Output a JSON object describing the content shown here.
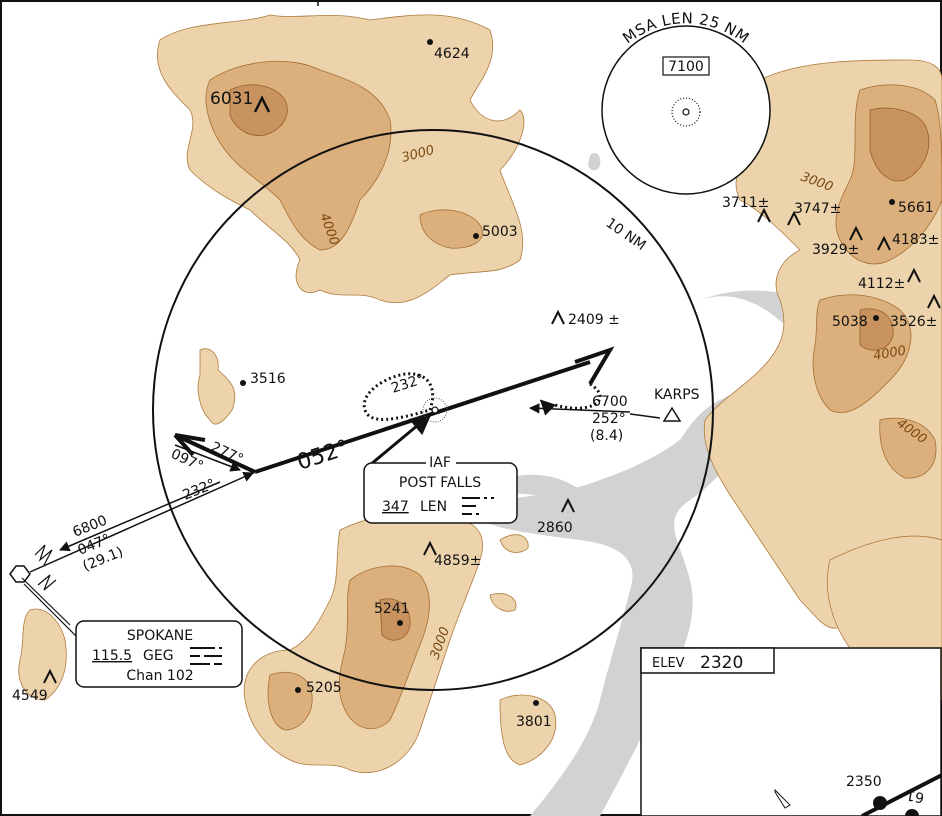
{
  "msa": {
    "label": "MSA LEN 25 NM",
    "altitude": "7100"
  },
  "ring": {
    "label": "10 NM"
  },
  "iaf": {
    "tag": "IAF",
    "name": "POST FALLS",
    "freq": "347",
    "ident": "LEN"
  },
  "vor": {
    "name": "SPOKANE",
    "freq": "115.5",
    "ident": "GEG",
    "chan": "Chan 102"
  },
  "fix": {
    "name": "KARPS",
    "altitude": "6700",
    "course": "252°",
    "distance": "(8.4)"
  },
  "approach": {
    "inbound": "052°",
    "holding": "232°",
    "outbound": "232°",
    "procedure_out": "277°",
    "procedure_in": "097°"
  },
  "route": {
    "altitude": "6800",
    "course": "047°",
    "distance": "(29.1)"
  },
  "airport": {
    "elev_label": "ELEV",
    "elev_value": "2320",
    "runway_elev": "2350",
    "runway_num": "61"
  },
  "contours": [
    "3000",
    "4000",
    "3000",
    "3000",
    "4000",
    "4000"
  ],
  "spot_elevations": [
    "4624",
    "6031",
    "5003",
    "2409 ±",
    "3516",
    "3711±",
    "3747±",
    "5661",
    "3929±",
    "4183±",
    "4112±",
    "5038",
    "3526±",
    "2860",
    "4859±",
    "5241",
    "5205",
    "3801",
    "4549"
  ],
  "colors": {
    "terrain_low": "#ecd3ac",
    "terrain_mid": "#dbb07c",
    "terrain_high": "#c99360",
    "water": "#d2d2d2",
    "ink": "#111111"
  }
}
